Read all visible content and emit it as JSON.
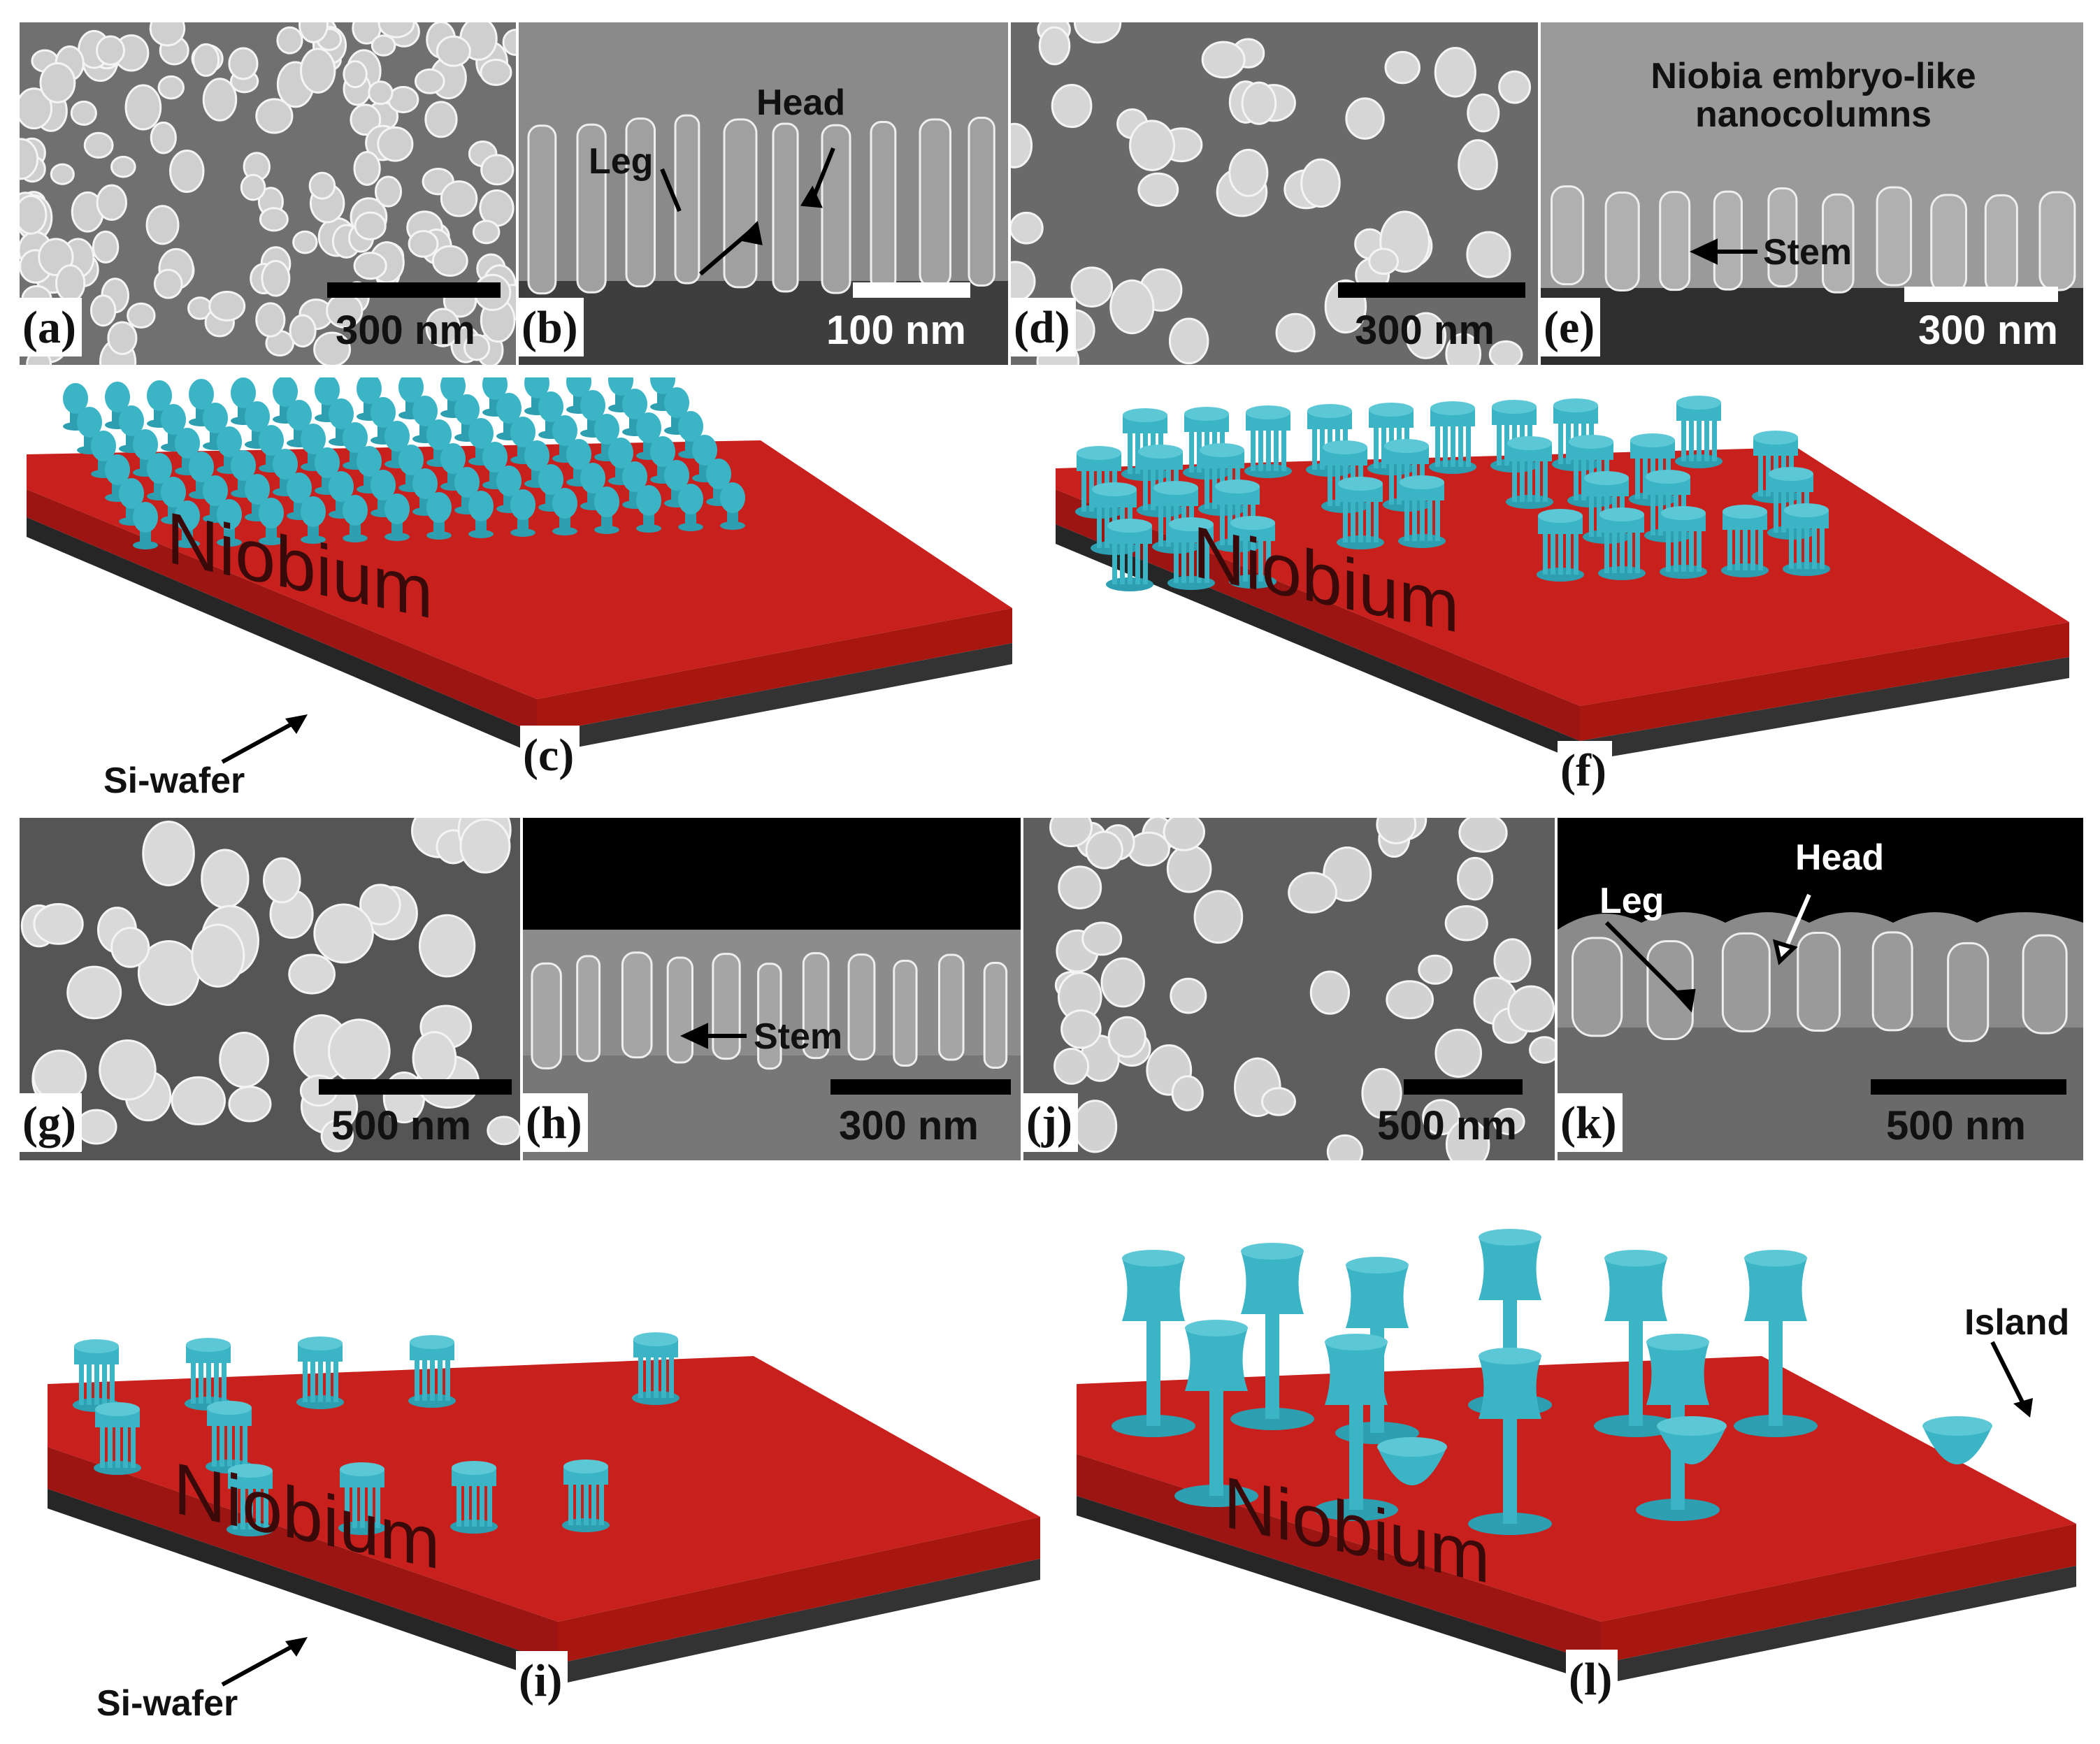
{
  "panels": {
    "a": {
      "label": "(a)",
      "scale": "300 nm"
    },
    "b": {
      "label": "(b)",
      "scale": "100 nm",
      "head": "Head",
      "leg": "Leg"
    },
    "c": {
      "label": "(c)",
      "substrate": "Niobium",
      "wafer": "Si-wafer"
    },
    "d": {
      "label": "(d)",
      "scale": "300 nm"
    },
    "e": {
      "label": "(e)",
      "scale": "300 nm",
      "title": "Niobia embryo-like\nnanocolumns",
      "stem": "Stem"
    },
    "f": {
      "label": "(f)",
      "substrate": "Niobium"
    },
    "g": {
      "label": "(g)",
      "scale": "500 nm"
    },
    "h": {
      "label": "(h)",
      "scale": "300 nm",
      "stem": "Stem"
    },
    "i": {
      "label": "(i)",
      "substrate": "Niobium",
      "wafer": "Si-wafer"
    },
    "j": {
      "label": "(j)",
      "scale": "500 nm"
    },
    "k": {
      "label": "(k)",
      "scale": "500 nm",
      "head": "Head",
      "leg": "Leg"
    },
    "l": {
      "label": "(l)",
      "substrate": "Niobium",
      "island": "Island"
    }
  },
  "colors": {
    "substrate": "#c8201c",
    "substrate_dark": "#9c1512",
    "wafer": "#2a2a2a",
    "columns": "#3bb5c6",
    "sem_bg": "#6f6f6f"
  }
}
